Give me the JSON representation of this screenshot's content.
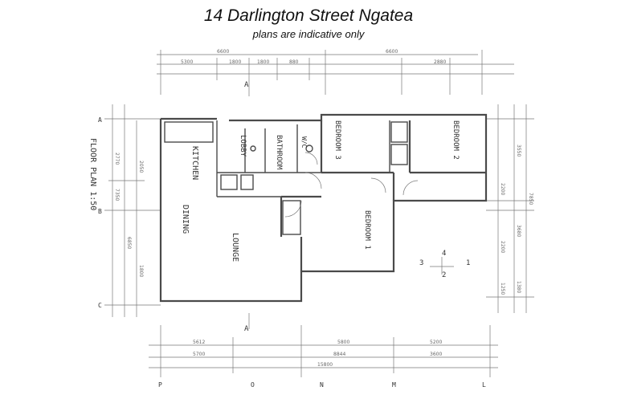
{
  "header": {
    "title": "14 Darlington Street Ngatea",
    "subtitle": "plans are indicative only"
  },
  "plan": {
    "floor_plan_label": "FLOOR PLAN 1:50",
    "rooms": {
      "kitchen": "KITCHEN",
      "dining": "DINING",
      "lounge": "LOUNGE",
      "bathroom": "BATHROOM",
      "lobby": "LOBBY",
      "wc": "W/C",
      "bedroom3": "BEDROOM 3",
      "bedroom2": "BEDROOM 2",
      "bedroom1": "BEDROOM 1"
    },
    "top_dims": [
      "6600",
      "6600",
      "5300",
      "1800",
      "1800",
      "880",
      "2880"
    ],
    "bottom_dims": [
      "5612",
      "5800",
      "5200",
      "5700",
      "8844",
      "3600",
      "15800"
    ],
    "left_dims": [
      "2770",
      "7350",
      "6850",
      "2050",
      "1800"
    ],
    "right_dims": [
      "3550",
      "7850",
      "2200",
      "3680",
      "2200",
      "1380",
      "1250"
    ],
    "grid_left": [
      "A",
      "B",
      "C"
    ],
    "grid_bottom": [
      "P",
      "O",
      "N",
      "M",
      "L"
    ],
    "section_marker": "A",
    "compass_numbers": [
      "1",
      "2",
      "3",
      "4"
    ]
  }
}
